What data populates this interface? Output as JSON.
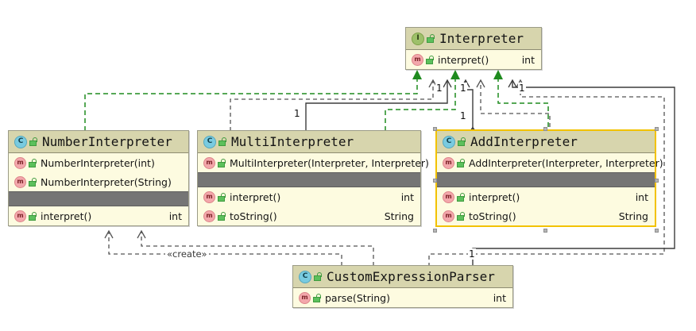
{
  "diagram": {
    "kind": "uml-class-diagram",
    "background": "#ffffff",
    "colors": {
      "class_header": "#d7d5ad",
      "class_body": "#fdfbe0",
      "divider_band": "#757575",
      "realization_line": "#1f8b1f",
      "dependency_line": "#555555",
      "association_line": "#3d3d3d",
      "selection_border": "#f2c200"
    }
  },
  "classes": {
    "interpreter": {
      "name": "Interpreter",
      "stereotype_icon": "interface-icon",
      "visibility_icon": "unlocked-padlock-icon",
      "sections": [
        {
          "members": [
            {
              "icon": "method-icon",
              "lock": "unlocked-padlock-icon",
              "name": "interpret()",
              "type": "int"
            }
          ]
        }
      ]
    },
    "number_interpreter": {
      "name": "NumberInterpreter",
      "stereotype_icon": "class-icon",
      "visibility_icon": "unlocked-padlock-icon",
      "sections": [
        {
          "members": [
            {
              "icon": "method-icon",
              "lock": "unlocked-padlock-icon",
              "name": "NumberInterpreter(int)",
              "type": ""
            },
            {
              "icon": "method-icon",
              "lock": "unlocked-padlock-icon",
              "name": "NumberInterpreter(String)",
              "type": ""
            }
          ]
        },
        {
          "divider": true
        },
        {
          "members": [
            {
              "icon": "method-icon",
              "lock": "unlocked-padlock-icon",
              "name": "interpret()",
              "type": "int"
            }
          ]
        }
      ]
    },
    "multi_interpreter": {
      "name": "MultiInterpreter",
      "stereotype_icon": "class-icon",
      "visibility_icon": "unlocked-padlock-icon",
      "sections": [
        {
          "members": [
            {
              "icon": "method-icon",
              "lock": "unlocked-padlock-icon",
              "name": "MultiInterpreter(Interpreter, Interpreter)",
              "type": ""
            }
          ]
        },
        {
          "divider": true
        },
        {
          "members": [
            {
              "icon": "method-icon",
              "lock": "unlocked-padlock-icon",
              "name": "interpret()",
              "type": "int"
            },
            {
              "icon": "method-icon",
              "lock": "unlocked-padlock-icon",
              "name": "toString()",
              "type": "String"
            }
          ]
        }
      ]
    },
    "add_interpreter": {
      "name": "AddInterpreter",
      "stereotype_icon": "class-icon",
      "visibility_icon": "unlocked-padlock-icon",
      "selected": true,
      "sections": [
        {
          "members": [
            {
              "icon": "method-icon",
              "lock": "unlocked-padlock-icon",
              "name": "AddInterpreter(Interpreter, Interpreter)",
              "type": ""
            }
          ]
        },
        {
          "divider": true
        },
        {
          "members": [
            {
              "icon": "method-icon",
              "lock": "unlocked-padlock-icon",
              "name": "interpret()",
              "type": "int"
            },
            {
              "icon": "method-icon",
              "lock": "unlocked-padlock-icon",
              "name": "toString()",
              "type": "String"
            }
          ]
        }
      ]
    },
    "custom_expression_parser": {
      "name": "CustomExpressionParser",
      "stereotype_icon": "class-icon",
      "visibility_icon": "unlocked-padlock-icon",
      "sections": [
        {
          "members": [
            {
              "icon": "method-icon",
              "lock": "unlocked-padlock-icon",
              "name": "parse(String)",
              "type": "int"
            }
          ]
        }
      ]
    }
  },
  "edge_labels": {
    "mult_a": "1",
    "mult_b": "1",
    "mult_c": "1",
    "mult_diamond_multi": "1",
    "mult_diamond_add": "1",
    "mult_diamond_parser": "1",
    "create_stereotype": "«create»"
  }
}
